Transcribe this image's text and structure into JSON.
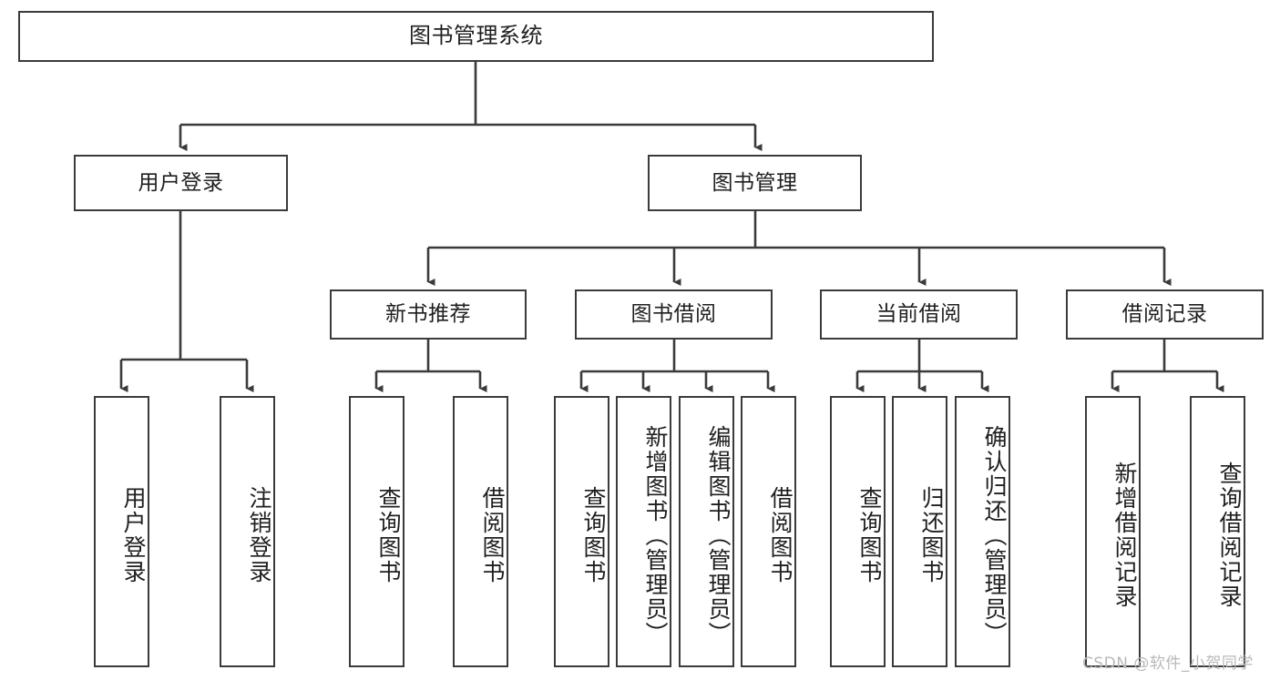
{
  "diagram": {
    "title": "图书管理系统",
    "type": "tree",
    "watermark": "CSDN @软件_小贺同学",
    "colors": {
      "border": "#3b3b3b",
      "text": "#1f1f1f",
      "background": "#ffffff",
      "connector": "#3b3b3b",
      "watermark": "#b9b9b9"
    },
    "nodes": {
      "root": {
        "label": "图书管理系统"
      },
      "level2": [
        {
          "id": "user-login",
          "label": "用户登录"
        },
        {
          "id": "book-manage",
          "label": "图书管理"
        }
      ],
      "level3": [
        {
          "id": "new-book-rec",
          "label": "新书推荐"
        },
        {
          "id": "book-borrow",
          "label": "图书借阅"
        },
        {
          "id": "current-borrow",
          "label": "当前借阅"
        },
        {
          "id": "borrow-record",
          "label": "借阅记录"
        }
      ],
      "leaves": [
        {
          "id": "leaf-user-login",
          "label": "用户登录",
          "parent": "user-login"
        },
        {
          "id": "leaf-user-logout",
          "label": "注销登录",
          "parent": "user-login"
        },
        {
          "id": "leaf-query-book-1",
          "label": "查询图书",
          "parent": "new-book-rec"
        },
        {
          "id": "leaf-borrow-book-1",
          "label": "借阅图书",
          "parent": "new-book-rec"
        },
        {
          "id": "leaf-query-book-2",
          "label": "查询图书",
          "parent": "book-borrow"
        },
        {
          "id": "leaf-add-book",
          "label": "新增图书（管理员）",
          "parent": "book-borrow"
        },
        {
          "id": "leaf-edit-book",
          "label": "编辑图书（管理员）",
          "parent": "book-borrow"
        },
        {
          "id": "leaf-borrow-book-2",
          "label": "借阅图书",
          "parent": "book-borrow"
        },
        {
          "id": "leaf-query-book-3",
          "label": "查询图书",
          "parent": "current-borrow"
        },
        {
          "id": "leaf-return-book",
          "label": "归还图书",
          "parent": "current-borrow"
        },
        {
          "id": "leaf-confirm-return",
          "label": "确认归还（管理员）",
          "parent": "current-borrow"
        },
        {
          "id": "leaf-add-record",
          "label": "新增借阅记录",
          "parent": "borrow-record"
        },
        {
          "id": "leaf-query-record",
          "label": "查询借阅记录",
          "parent": "borrow-record"
        }
      ]
    }
  }
}
